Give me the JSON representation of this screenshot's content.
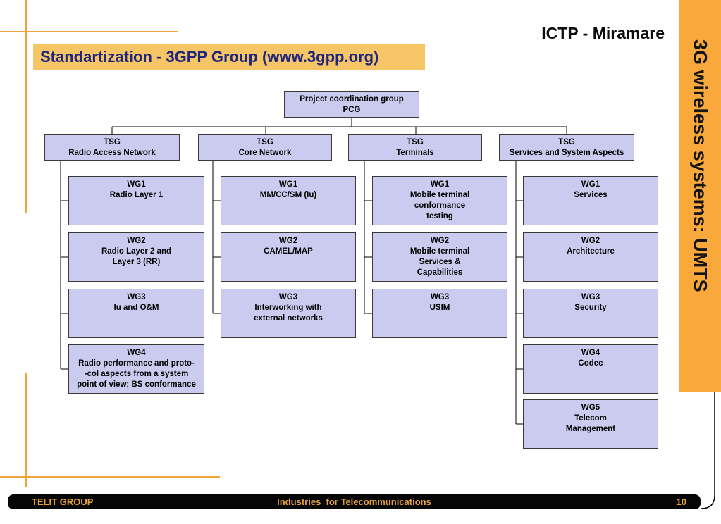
{
  "slide": {
    "header_right": "ICTP - Miramare",
    "title": "Standartization - 3GPP Group (www.3gpp.org)",
    "sidebar_label": "3G wireless systems: UMTS"
  },
  "org_chart": {
    "root": {
      "text": "Project coordination group\nPCG"
    },
    "tsgs": [
      {
        "text": "TSG\nRadio Access Network",
        "wgs": [
          {
            "text": "WG1\nRadio Layer 1"
          },
          {
            "text": "WG2\nRadio Layer 2 and\nLayer 3 (RR)"
          },
          {
            "text": "WG3\nIu and O&M"
          },
          {
            "text": "WG4\nRadio performance and proto-\n-col aspects from a system\npoint of view; BS conformance"
          }
        ]
      },
      {
        "text": "TSG\nCore Network",
        "wgs": [
          {
            "text": "WG1\nMM/CC/SM (Iu)"
          },
          {
            "text": "WG2\nCAMEL/MAP"
          },
          {
            "text": "WG3\nInterworking with\nexternal networks"
          }
        ]
      },
      {
        "text": "TSG\nTerminals",
        "wgs": [
          {
            "text": "WG1\nMobile terminal\nconformance\ntesting"
          },
          {
            "text": "WG2\nMobile terminal\nServices &\nCapabilities"
          },
          {
            "text": "WG3\nUSIM"
          }
        ]
      },
      {
        "text": "TSG\nServices and System Aspects",
        "wgs": [
          {
            "text": "WG1\nServices"
          },
          {
            "text": "WG2\nArchitecture"
          },
          {
            "text": "WG3\nSecurity"
          },
          {
            "text": "WG4\nCodec"
          },
          {
            "text": "WG5\nTelecom\nManagement"
          }
        ]
      }
    ]
  },
  "footer": {
    "left": "TELIT GROUP",
    "center": "Industries  for Telecommunications",
    "page_number": "10"
  },
  "colors": {
    "accent_orange": "#F9A93B",
    "title_bar": "#F6C666",
    "box_fill": "#CBCBEF",
    "box_border": "#3A3A3A",
    "title_text": "#20257E",
    "footer_bar": "#060606",
    "footer_text": "#E9A43C",
    "decor_line": "#EFA53C",
    "connector": "#000000"
  }
}
